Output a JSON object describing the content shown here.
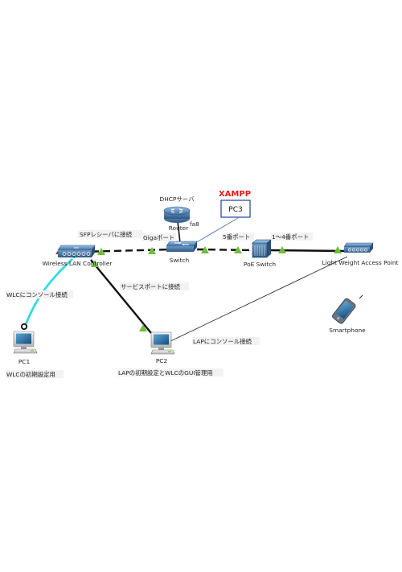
{
  "devices": {
    "router": "Router",
    "dhcp": "DHCPサーバ",
    "router_port": "fa8",
    "switch": "Switch",
    "wlc": "Wireless LAN Controller",
    "poe": "PoE Switch",
    "lap": "Light Weight Access Point",
    "pc1": "PC1",
    "pc2": "PC2",
    "smartphone": "Smartphone"
  },
  "notes": {
    "xampp": "XAMPP",
    "pc3": "PC3",
    "sfp": "SFPレシーバに接続",
    "giga": "Gigaポート",
    "port5": "5番ポート",
    "port1_4": "1〜4番ポート",
    "service_port": "サービスポートに接続",
    "wlc_console": "WLCにコンソール接続",
    "lap_console": "LAPにコンソール接続",
    "pc1_role": "WLCの初期設定用",
    "pc2_role": "LAPの初期設定とWLCのGUI管理用"
  },
  "colors": {
    "link_dark": "#111111",
    "console_cable": "#35d9e0",
    "link_light": "#8aa3c8",
    "port_up": "#6fbf3a",
    "port_down": "#c0192e",
    "device_blue": "#5b87b5",
    "xampp_red": "#e01b1b"
  },
  "icons": [
    "router-icon",
    "switch-icon",
    "wlc-icon",
    "poe-switch-icon",
    "access-point-icon",
    "pc-icon",
    "smartphone-icon"
  ]
}
